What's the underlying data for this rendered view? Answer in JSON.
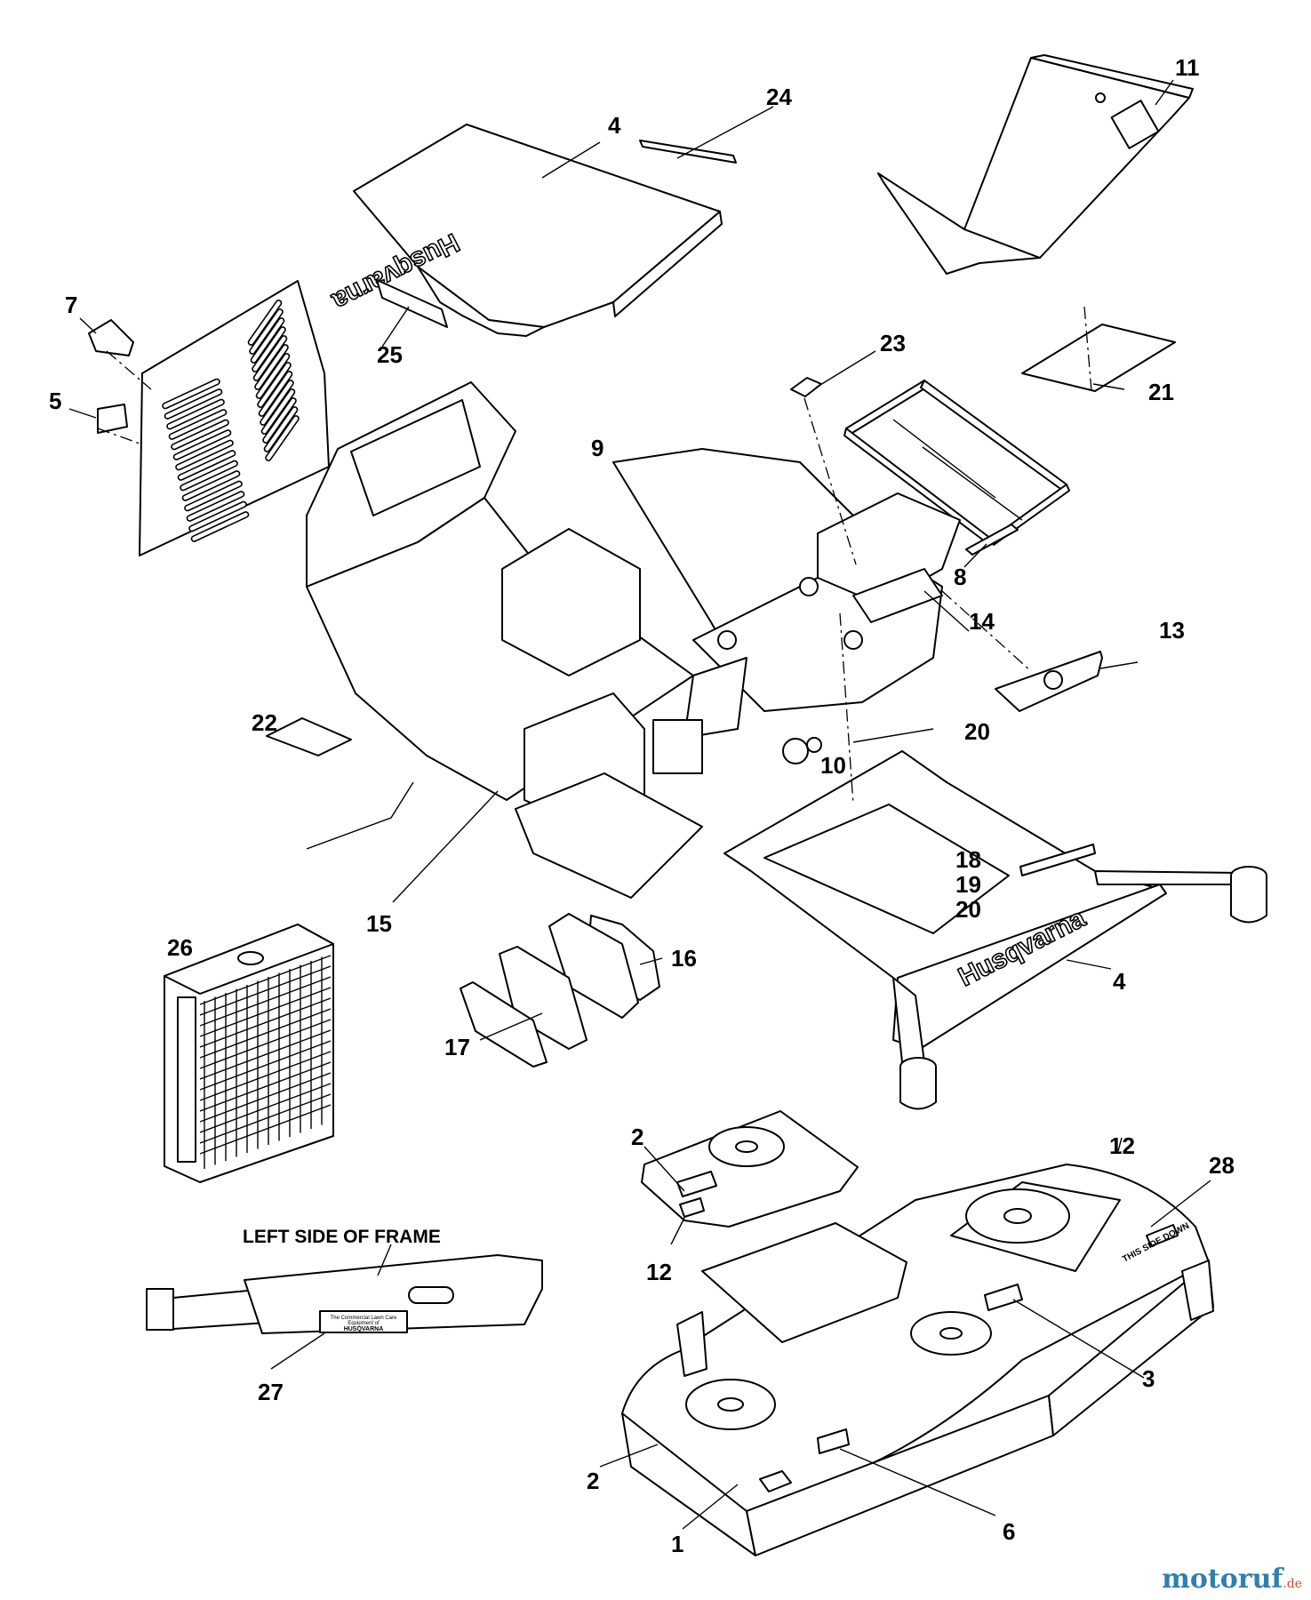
{
  "diagram": {
    "caption": "LEFT SIDE OF FRAME",
    "brand_text": "Husqvarna",
    "frame_decal_lines": [
      "The Commercial Lawn Care",
      "Equipment of",
      "HUSQVARNA"
    ],
    "deck_direction_text": "THIS SIDE DOWN"
  },
  "callouts": [
    {
      "id": "c24",
      "text": "24"
    },
    {
      "id": "c4a",
      "text": "4"
    },
    {
      "id": "c11",
      "text": "11"
    },
    {
      "id": "c7",
      "text": "7"
    },
    {
      "id": "c5",
      "text": "5"
    },
    {
      "id": "c25",
      "text": "25"
    },
    {
      "id": "c23",
      "text": "23"
    },
    {
      "id": "c21",
      "text": "21"
    },
    {
      "id": "c9",
      "text": "9"
    },
    {
      "id": "c8",
      "text": "8"
    },
    {
      "id": "c14",
      "text": "14"
    },
    {
      "id": "c13",
      "text": "13"
    },
    {
      "id": "c22",
      "text": "22"
    },
    {
      "id": "c20a",
      "text": "20"
    },
    {
      "id": "c10",
      "text": "10"
    },
    {
      "id": "c18",
      "text": "18"
    },
    {
      "id": "c19",
      "text": "19"
    },
    {
      "id": "c20b",
      "text": "20"
    },
    {
      "id": "c15",
      "text": "15"
    },
    {
      "id": "c26",
      "text": "26"
    },
    {
      "id": "c16",
      "text": "16"
    },
    {
      "id": "c4b",
      "text": "4"
    },
    {
      "id": "c17",
      "text": "17"
    },
    {
      "id": "c2a",
      "text": "2"
    },
    {
      "id": "c12a",
      "text": "12"
    },
    {
      "id": "c28",
      "text": "28"
    },
    {
      "id": "c12b",
      "text": "12"
    },
    {
      "id": "c27",
      "text": "27"
    },
    {
      "id": "c3",
      "text": "3"
    },
    {
      "id": "c2b",
      "text": "2"
    },
    {
      "id": "c6",
      "text": "6"
    },
    {
      "id": "c1",
      "text": "1"
    }
  ],
  "watermark": {
    "text": "motoruf",
    "suffix": ".de"
  }
}
